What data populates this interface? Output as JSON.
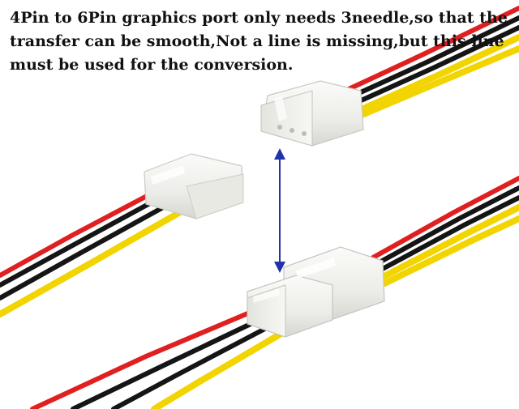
{
  "caption": {
    "line1": "4Pin to 6Pin graphics port only needs 3needle,so that the",
    "line2": "transfer can be smooth,Not a line is missing,but this line",
    "line3": "must be used for the conversion."
  },
  "colors": {
    "background": "#ffffff",
    "wire_red": "#e02020",
    "wire_black": "#151515",
    "wire_yellow": "#f2d400",
    "connector_body": "#f1f1ee",
    "arrow": "#2233aa"
  },
  "objects": {
    "connector_top_right": "molex-4pin-female",
    "connector_left": "molex-4pin-male",
    "connector_bottom": "mated-molex-pair",
    "arrow": "double-headed-arrow"
  }
}
